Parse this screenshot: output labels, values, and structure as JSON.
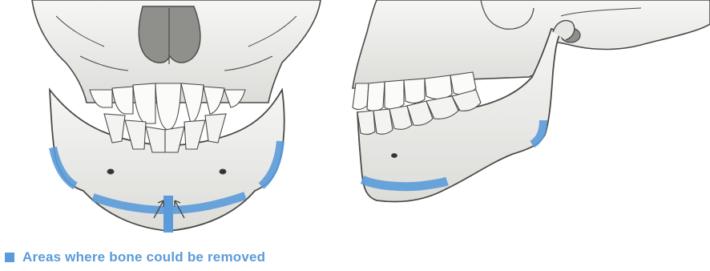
{
  "colors": {
    "bone": "#f1f1ef",
    "bone_shadow": "#c9c9c6",
    "outline": "#4a4a48",
    "highlight": "#5b9bd9"
  },
  "legend": {
    "label": "Areas where bone could be removed",
    "swatch_icon": "square-icon"
  },
  "views": [
    {
      "name": "frontal-jaw-view"
    },
    {
      "name": "lateral-jaw-view"
    }
  ]
}
